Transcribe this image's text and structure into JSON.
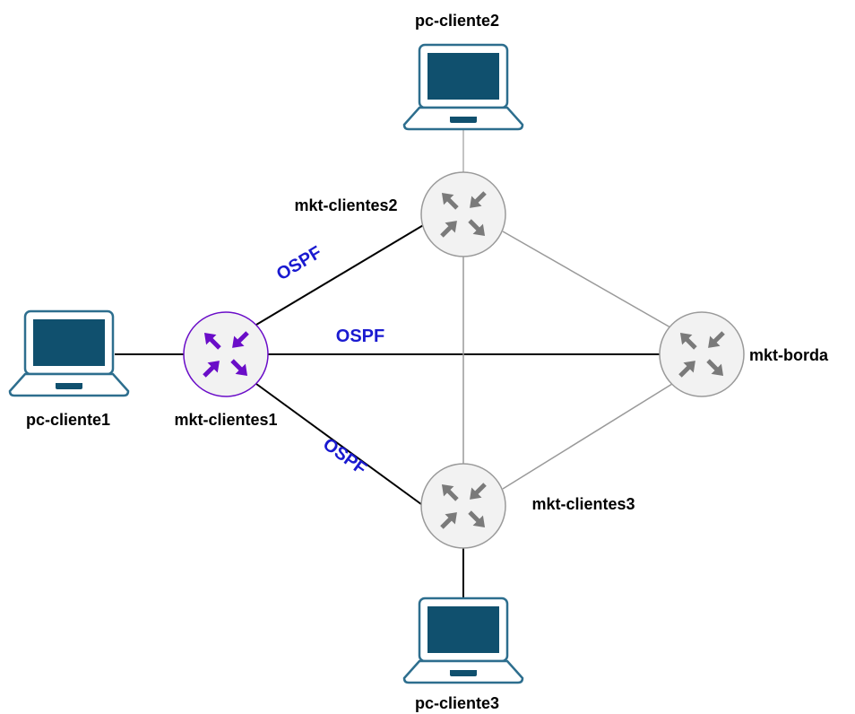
{
  "colors": {
    "laptop_fill": "#10506e",
    "laptop_stroke": "#2d6e8e",
    "router_active": "#6a0dc8",
    "router_inactive": "#7a7a7a",
    "router_fill": "#f2f2f2",
    "link_ospf": "#000000",
    "link_plain": "#9a9a9a",
    "ospf_text": "#1a1ad0"
  },
  "nodes": {
    "pc_cliente1": {
      "label": "pc-cliente1",
      "type": "laptop",
      "icon": "laptop-icon"
    },
    "pc_cliente2": {
      "label": "pc-cliente2",
      "type": "laptop",
      "icon": "laptop-icon"
    },
    "pc_cliente3": {
      "label": "pc-cliente3",
      "type": "laptop",
      "icon": "laptop-icon"
    },
    "mkt_clientes1": {
      "label": "mkt-clientes1",
      "type": "router",
      "icon": "router-icon",
      "highlighted": true
    },
    "mkt_clientes2": {
      "label": "mkt-clientes2",
      "type": "router",
      "icon": "router-icon"
    },
    "mkt_clientes3": {
      "label": "mkt-clientes3",
      "type": "router",
      "icon": "router-icon"
    },
    "mkt_borda": {
      "label": "mkt-borda",
      "type": "router",
      "icon": "router-icon"
    }
  },
  "links": [
    {
      "from": "pc-cliente1",
      "to": "mkt-clientes1"
    },
    {
      "from": "mkt-clientes1",
      "to": "mkt-clientes2",
      "label": "OSPF"
    },
    {
      "from": "mkt-clientes1",
      "to": "mkt-borda",
      "label": "OSPF"
    },
    {
      "from": "mkt-clientes1",
      "to": "mkt-clientes3",
      "label": "OSPF"
    },
    {
      "from": "pc-cliente2",
      "to": "mkt-clientes2"
    },
    {
      "from": "mkt-clientes2",
      "to": "mkt-borda"
    },
    {
      "from": "mkt-clientes2",
      "to": "mkt-clientes3"
    },
    {
      "from": "mkt-clientes3",
      "to": "mkt-borda"
    },
    {
      "from": "pc-cliente3",
      "to": "mkt-clientes3"
    }
  ],
  "ospf_labels": {
    "to_clientes2": "OSPF",
    "to_borda": "OSPF",
    "to_clientes3": "OSPF"
  }
}
